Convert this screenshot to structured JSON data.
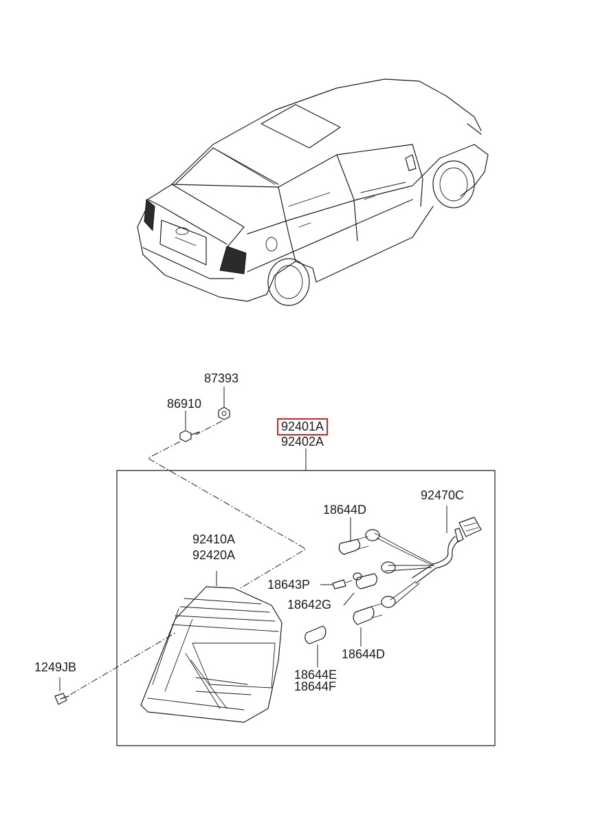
{
  "colors": {
    "highlight": "#e0201e",
    "line": "#1a1a1a",
    "background": "#ffffff"
  },
  "parts": {
    "p87393": "87393",
    "p86910": "86910",
    "p92401A": "92401A",
    "p92402A": "92402A",
    "p92470C": "92470C",
    "p18644D_top": "18644D",
    "p92410A": "92410A",
    "p92420A": "92420A",
    "p18643P": "18643P",
    "p18642G": "18642G",
    "p18644D_bottom": "18644D",
    "p1249JB": "1249JB",
    "p18644E": "18644E",
    "p18644F": "18644F"
  },
  "highlighted_part": "92401A"
}
